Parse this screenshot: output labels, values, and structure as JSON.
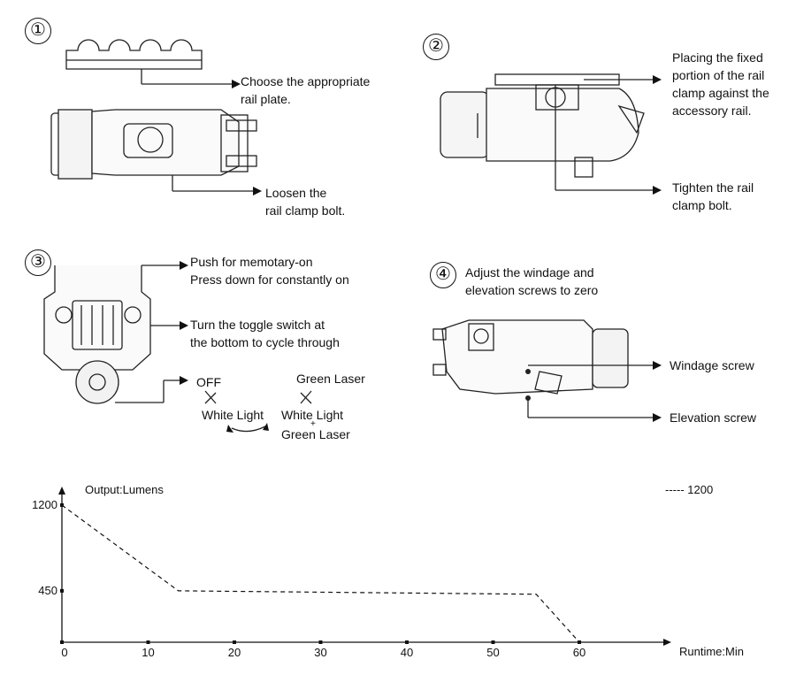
{
  "steps": [
    {
      "number": "①",
      "lines": [
        "Choose the appropriate",
        "rail plate."
      ],
      "lines2": [
        "Loosen the",
        "rail clamp bolt."
      ]
    },
    {
      "number": "②",
      "lines": [
        "Placing the fixed",
        "portion of the rail",
        "clamp against the",
        "accessory rail."
      ],
      "lines2": [
        "Tighten the rail",
        "clamp bolt."
      ]
    },
    {
      "number": "③",
      "lines": [
        "Push for memotary-on",
        "Press down for constantly on"
      ],
      "lines2": [
        "Turn the toggle switch at",
        "the bottom to cycle through"
      ]
    },
    {
      "number": "④",
      "lines": [
        "Adjust the windage and",
        "elevation screws to zero"
      ],
      "lines2": [
        "Windage screw"
      ],
      "lines3": [
        "Elevation screw"
      ]
    }
  ],
  "modes": {
    "off": "OFF",
    "white": "White Light",
    "green": "Green Laser",
    "combo_top": "White Light",
    "combo_plus": "+",
    "combo_bottom": "Green Laser"
  },
  "chart_data": {
    "type": "line",
    "ylabel": "Output:Lumens",
    "xlabel": "Runtime:Min",
    "x_ticks": [
      "0",
      "10",
      "20",
      "30",
      "40",
      "50",
      "60"
    ],
    "y_ticks": [
      "1200",
      "450"
    ],
    "xlim": [
      0,
      70
    ],
    "ylim": [
      0,
      1350
    ],
    "series": [
      {
        "name": "1200",
        "style": "dashed",
        "x": [
          0,
          13.5,
          55,
          60
        ],
        "y": [
          1200,
          450,
          420,
          0
        ]
      }
    ],
    "legend_position": "top-right"
  }
}
